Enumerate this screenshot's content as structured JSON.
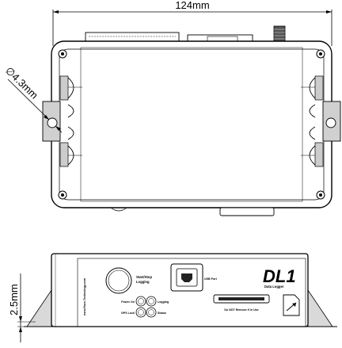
{
  "dimensions": {
    "width_label": "124mm",
    "hole_label": "∅4.3mm",
    "height_label": "2.5mm"
  },
  "front_panel": {
    "brand": "www.Race-Technology.com",
    "start_stop_label_1": "Start/Stop",
    "start_stop_label_2": "Logging",
    "usb_label": "USB Port",
    "product_name": "DL1",
    "product_subtitle": "Data Logger",
    "led_power_on": "Power On",
    "led_logging": "Logging",
    "led_gps_lock": "GPS Lock",
    "led_status": "Status",
    "card_warning": "Do NOT Remove if in Use"
  }
}
